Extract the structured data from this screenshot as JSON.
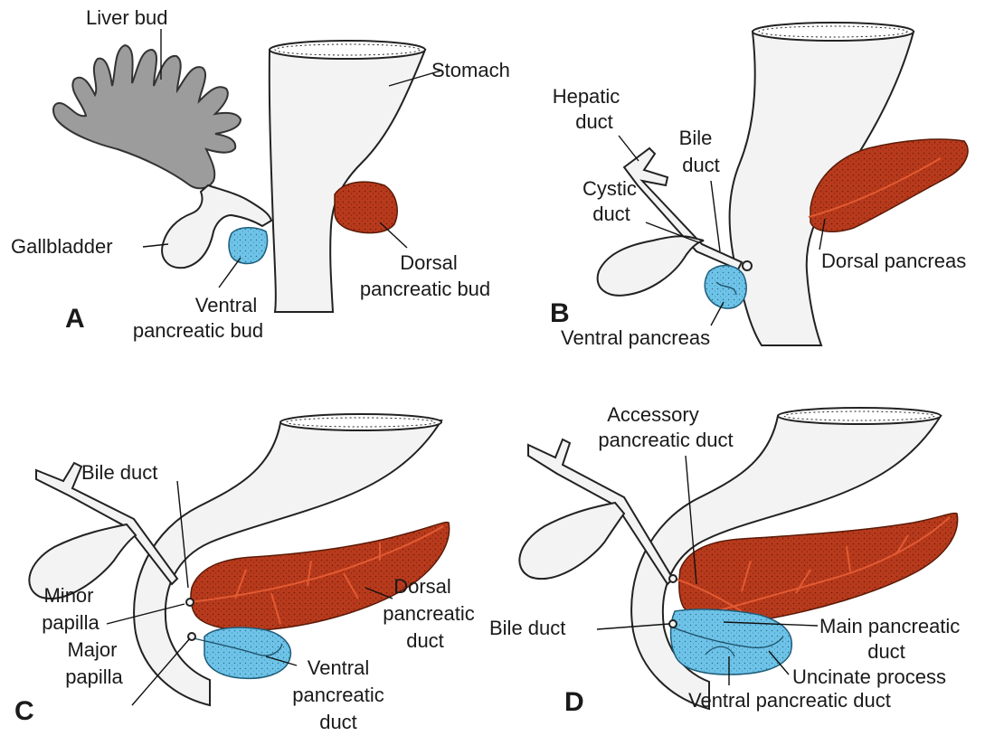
{
  "colors": {
    "dorsal_pancreas": "#b83a1c",
    "ventral_pancreas": "#6ec3e8",
    "liver": "#9c9c9c",
    "organ": "#f3f3f3"
  },
  "panels": {
    "A": {
      "letter": "A",
      "labels": {
        "liver_bud": "Liver bud",
        "stomach": "Stomach",
        "gallbladder": "Gallbladder",
        "ventral_bud_1": "Ventral",
        "ventral_bud_2": "pancreatic bud",
        "dorsal_bud_1": "Dorsal",
        "dorsal_bud_2": "pancreatic bud"
      }
    },
    "B": {
      "letter": "B",
      "labels": {
        "hepatic_1": "Hepatic",
        "hepatic_2": "duct",
        "bile_1": "Bile",
        "bile_2": "duct",
        "cystic_1": "Cystic",
        "cystic_2": "duct",
        "dorsal_pancreas": "Dorsal pancreas",
        "ventral_pancreas": "Ventral pancreas"
      }
    },
    "C": {
      "letter": "C",
      "labels": {
        "bile_duct": "Bile duct",
        "dorsal_duct_1": "Dorsal",
        "dorsal_duct_2": "pancreatic",
        "dorsal_duct_3": "duct",
        "minor_1": "Minor",
        "minor_2": "papilla",
        "major_1": "Major",
        "major_2": "papilla",
        "ventral_duct_1": "Ventral",
        "ventral_duct_2": "pancreatic",
        "ventral_duct_3": "duct"
      }
    },
    "D": {
      "letter": "D",
      "labels": {
        "accessory_1": "Accessory",
        "accessory_2": "pancreatic duct",
        "bile_duct": "Bile duct",
        "main_1": "Main pancreatic",
        "main_2": "duct",
        "uncinate": "Uncinate process",
        "ventral_duct": "Ventral pancreatic duct"
      }
    }
  }
}
